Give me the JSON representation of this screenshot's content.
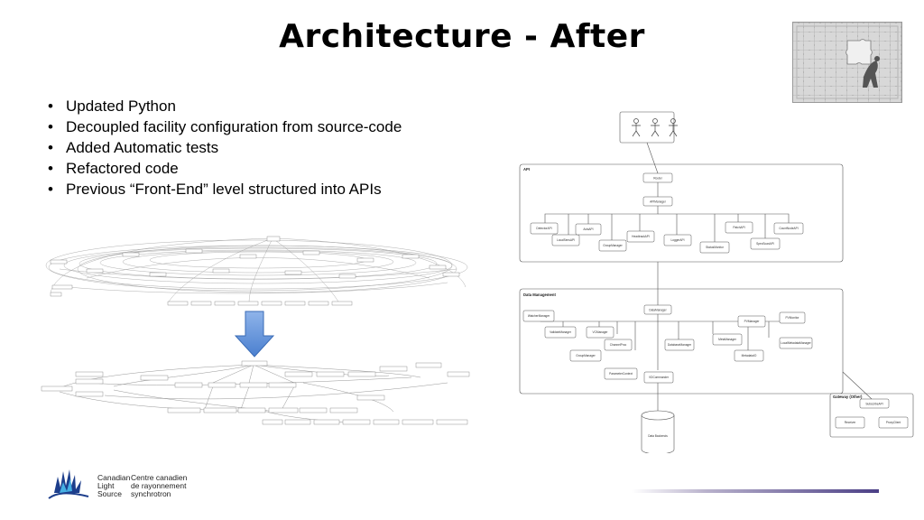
{
  "slide": {
    "title": "Architecture - After",
    "bullets": [
      "Updated Python",
      "Decoupled facility configuration from source-code",
      "Added Automatic tests",
      "Refactored code",
      "Previous “Front-End” level structured into APIs"
    ]
  },
  "diagram": {
    "groups": {
      "api": "API",
      "data_management": "Data Management",
      "gateway": "Gateway (Other)"
    },
    "api_nodes": {
      "router": "Router",
      "api_manager": "APIManager",
      "children": [
        "DetectorAPI",
        "LocalSensAPI",
        "AxisAPI",
        "GroupManager",
        "HeadtrackAPI",
        "LoggerAPI",
        "StatusMonitor",
        "PatchAPI",
        "SpecScanAPI",
        "CountNodeAPI"
      ]
    },
    "dm_nodes": {
      "data_manager": "DataManager",
      "children": [
        "WatcherManager",
        "ValidateManager",
        "VCManager",
        "GroupManager",
        "ChannelProc",
        "ParameterContext",
        "DatabaseManager",
        "VDCommander",
        "MetaManager",
        "MetadataIO",
        "PVManager",
        "PVMonitor",
        "LocalMetadataManager"
      ]
    },
    "gateway_nodes": [
      "SubscribeAPI",
      "Receiver",
      "ProxyClient"
    ],
    "database": "Data Backends"
  },
  "logo": {
    "name_en": [
      "Canadian",
      "Light",
      "Source"
    ],
    "name_fr": [
      "Centre canadien",
      "de rayonnement",
      "synchrotron"
    ]
  },
  "colors": {
    "arrow": "#5b8fd6",
    "logo_blue": "#1d3e8c",
    "footer_accent": "#4b3f86"
  }
}
